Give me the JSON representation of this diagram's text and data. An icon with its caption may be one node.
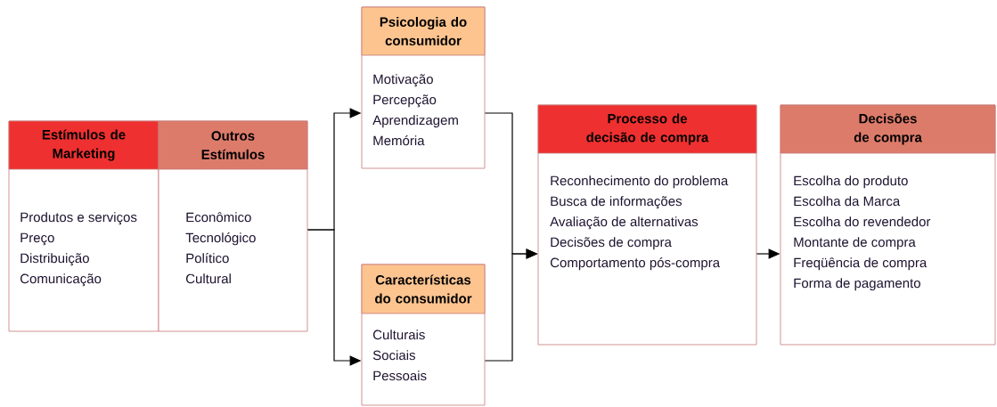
{
  "diagram": {
    "nodes": [
      {
        "text": [
          "Estímulos de Marketing",
          "Produtos e serviços",
          "Preço",
          "Distribuição",
          "Comunicação"
        ]
      },
      {
        "text": [
          "Outros Estímulos",
          "Econômico",
          "Tecnológico",
          "Político",
          "Cultural"
        ]
      },
      {
        "text": [
          "Psicologia do consumidor",
          "Motivação",
          "Percepção",
          "Aprendizagem",
          "Memória"
        ]
      },
      {
        "text": [
          "Características do consumidor",
          "Culturais",
          "Sociais",
          "Pessoais"
        ]
      },
      {
        "text": [
          "Processo de decisão de compra",
          "Reconhecimento do problema",
          "Busca de informações",
          "Avaliação de alternativas",
          "Decisões de compra",
          "Comportamento pós-compra"
        ]
      },
      {
        "text": [
          "Decisões de compra",
          "Escolha do produto",
          "Escolha da Marca",
          "Escolha do revendedor",
          "Montante de compra",
          "Freqüência de compra",
          "Forma de pagamento"
        ]
      }
    ],
    "edges": [
      {
        "from": 1,
        "to": 2,
        "arrow": "to"
      },
      {
        "from": 1,
        "to": 3,
        "arrow": "to"
      },
      {
        "from": 2,
        "to": 4,
        "arrow": "to"
      },
      {
        "from": 3,
        "to": 4,
        "arrow": "to"
      },
      {
        "from": 4,
        "to": 5,
        "arrow": "to"
      }
    ]
  }
}
